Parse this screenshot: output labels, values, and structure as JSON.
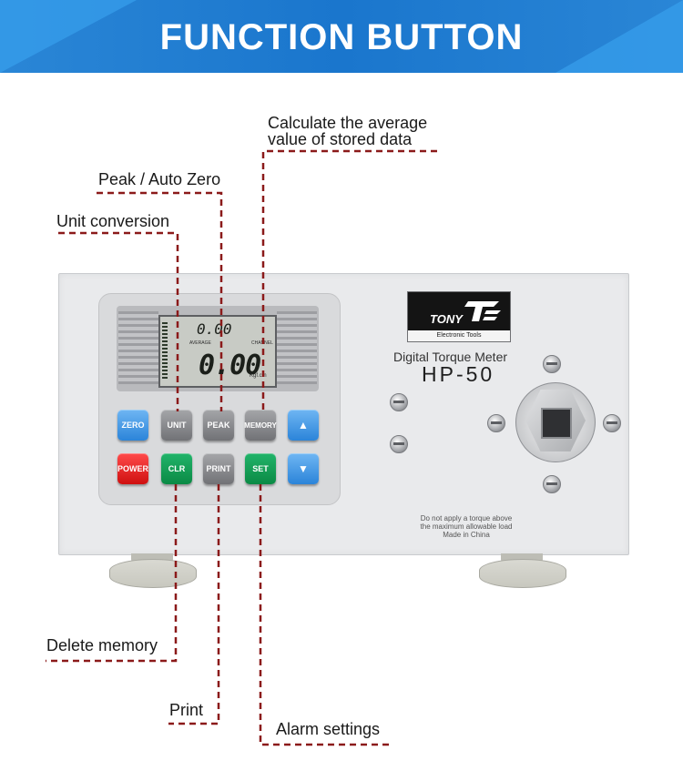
{
  "banner": {
    "title": "FUNCTION BUTTON"
  },
  "labels": {
    "average_line1": "Calculate the average",
    "average_line2": "value of stored data",
    "peak": "Peak / Auto Zero",
    "unit": "Unit conversion",
    "delete": "Delete memory",
    "print": "Print",
    "alarm": "Alarm settings"
  },
  "lcd": {
    "top_value": "0.00",
    "main_value": "0.00",
    "average": "AVERAGE",
    "channel": "CHANNEL",
    "unit": "Kgf.cm"
  },
  "buttons": {
    "zero": "ZERO",
    "unit": "UNIT",
    "peak": "PEAK",
    "memory": "MEMORY",
    "up": "▲",
    "power": "POWER",
    "clr": "CLR",
    "print": "PRINT",
    "set": "SET",
    "down": "▼"
  },
  "brand": {
    "name": "TONY",
    "subtitle": "Electronic Tools",
    "device": "Digital Torque Meter",
    "model": "HP-50",
    "warning": [
      "Do not apply a torque above",
      "the maximum allowable load",
      "Made in China"
    ]
  },
  "colors": {
    "banner": "#1a76cd",
    "callout_line": "#8b1a1a",
    "zero_button": "#2b84d9",
    "power_button": "#cf1010",
    "clr_button": "#0b8a45"
  }
}
